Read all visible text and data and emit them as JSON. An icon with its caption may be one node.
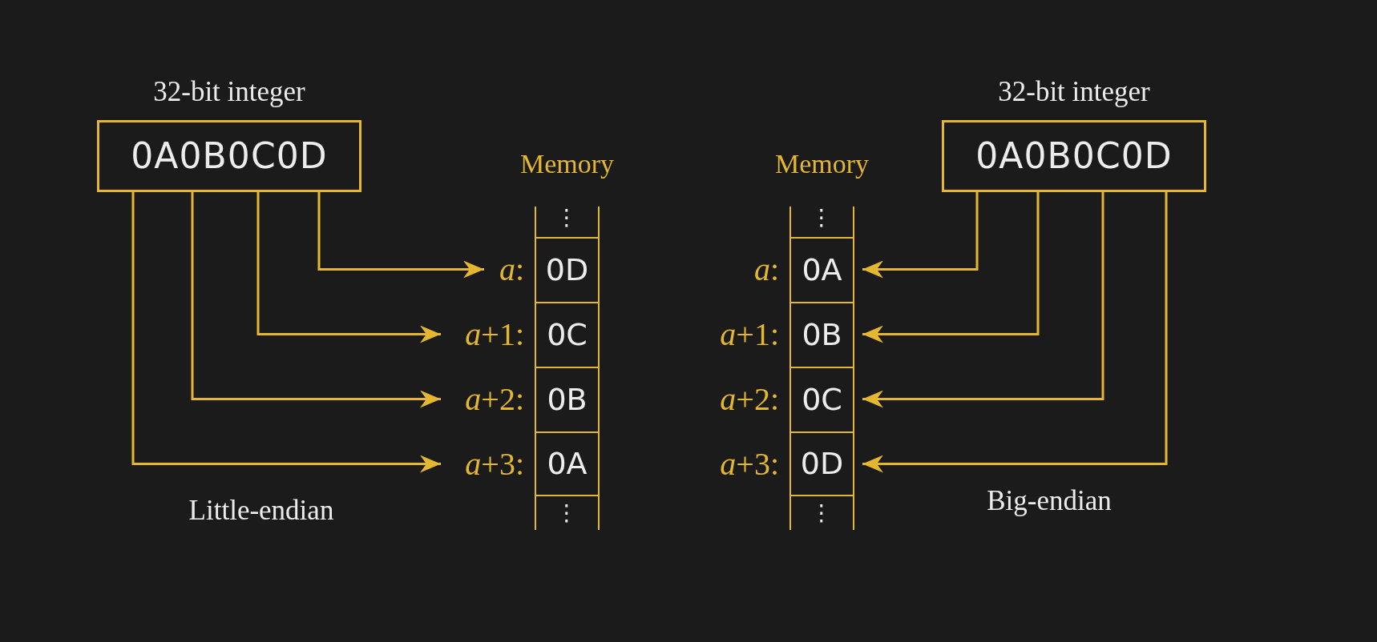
{
  "diagram": {
    "nodes": [
      {
        "text": [
          "32-bit integer",
          "0A0B0C0D"
        ]
      },
      {
        "text": [
          "Memory"
        ]
      },
      {
        "text": [
          "0D"
        ],
        "in": 1,
        "beside": [
          "*a*:"
        ]
      },
      {
        "text": [
          "0C"
        ],
        "in": 1,
        "beside": [
          "*a*+1:"
        ]
      },
      {
        "text": [
          "0B"
        ],
        "in": 1,
        "beside": [
          "*a*+2:"
        ]
      },
      {
        "text": [
          "0A"
        ],
        "in": 1,
        "beside": [
          "*a*+3:"
        ]
      },
      {
        "text": [
          "Memory"
        ]
      },
      {
        "text": [
          "0A"
        ],
        "in": 6,
        "beside": [
          "*a*:"
        ]
      },
      {
        "text": [
          "0B"
        ],
        "in": 6,
        "beside": [
          "*a*+1:"
        ]
      },
      {
        "text": [
          "0C"
        ],
        "in": 6,
        "beside": [
          "*a*+2:"
        ]
      },
      {
        "text": [
          "0D"
        ],
        "in": 6,
        "beside": [
          "*a*+3:"
        ]
      },
      {
        "text": [
          "32-bit integer",
          "0A0B0C0D"
        ]
      }
    ],
    "edges": [
      {
        "from": 0,
        "to": 2,
        "arrow": "to"
      },
      {
        "from": 0,
        "to": 3,
        "arrow": "to"
      },
      {
        "from": 0,
        "to": 4,
        "arrow": "to"
      },
      {
        "from": 0,
        "to": 5,
        "arrow": "to"
      },
      {
        "from": 11,
        "to": 7,
        "arrow": "to"
      },
      {
        "from": 11,
        "to": 8,
        "arrow": "to"
      },
      {
        "from": 11,
        "to": 9,
        "arrow": "to"
      },
      {
        "from": 11,
        "to": 10,
        "arrow": "to"
      }
    ],
    "labels": [
      "⋮",
      "⋮",
      "Little-endian",
      "⋮",
      "⋮",
      "Big-endian"
    ]
  }
}
